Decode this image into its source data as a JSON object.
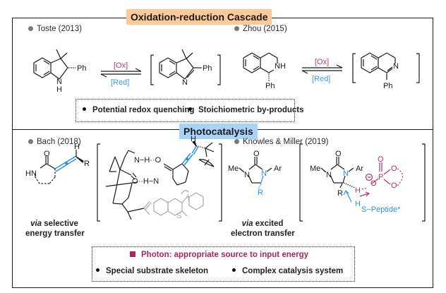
{
  "sections": {
    "top": {
      "title": "Oxidation-reduction Cascade",
      "title_color": "#fcc99a",
      "refs": [
        {
          "label": "Toste (2013)"
        },
        {
          "label": "Zhou (2015)"
        }
      ],
      "arrow_labels": {
        "ox": "[Ox]",
        "red": "[Red]"
      },
      "atom_labels": {
        "ph": "Ph",
        "nh": "NH",
        "n": "N",
        "h": "H"
      },
      "limitations": [
        "Potential redox quenching",
        "Stoichiometric by-products"
      ]
    },
    "bottom": {
      "title": "Photocatalysis",
      "title_color": "#a8d2f7",
      "refs": [
        {
          "label": "Bach (2018)"
        },
        {
          "label": "Knowles & Miller (2019)"
        }
      ],
      "captions": {
        "bach_via": "via",
        "bach_line1_rest": " selective",
        "bach_line2": "energy transfer",
        "knowles_via": "via",
        "knowles_line1_rest": " excited",
        "knowles_line2": "electron transfer"
      },
      "atom_labels": {
        "o": "O",
        "hn": "HN",
        "h": "H",
        "r": "R",
        "n": "N",
        "s": "S",
        "me": "Me",
        "ar": "Ar",
        "p": "P",
        "peptide": "S−Peptide*",
        "nh_bond": "N−H··O",
        "oh_bond": "O··H−N"
      },
      "highlight": {
        "photon": "Photon: appropriate source to input energy",
        "photon_color": "#a5275e"
      },
      "limitations": [
        "Special substrate skeleton",
        "Complex catalysis system"
      ]
    }
  },
  "colors": {
    "oxidant": "#b03b78",
    "reductant": "#3a9be6",
    "allene_highlight": "#2f8fe6",
    "phosphate": "#b0306e"
  }
}
